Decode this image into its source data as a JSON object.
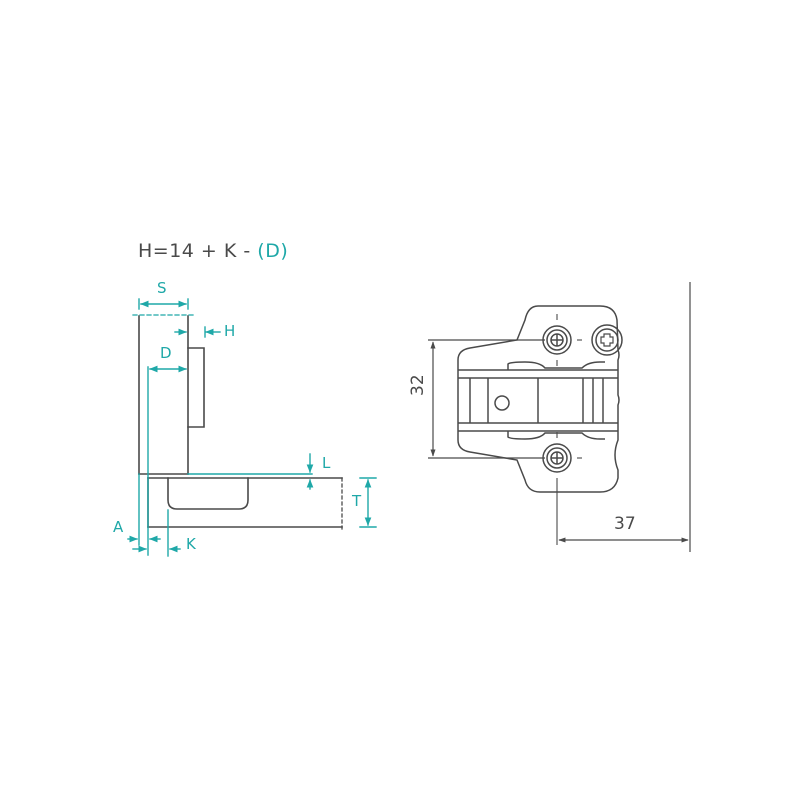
{
  "formula": {
    "prefix": "H=14 + K - ",
    "accent": "(D)"
  },
  "side_view": {
    "labels": {
      "S": "S",
      "H": "H",
      "D": "D",
      "L": "L",
      "T": "T",
      "A": "A",
      "K": "K"
    }
  },
  "top_view": {
    "dimensions": {
      "vertical_spacing": "32",
      "horizontal_offset": "37"
    }
  },
  "colors": {
    "line": "#4a4a4a",
    "accent": "#1fa8a8",
    "background": "#ffffff"
  }
}
